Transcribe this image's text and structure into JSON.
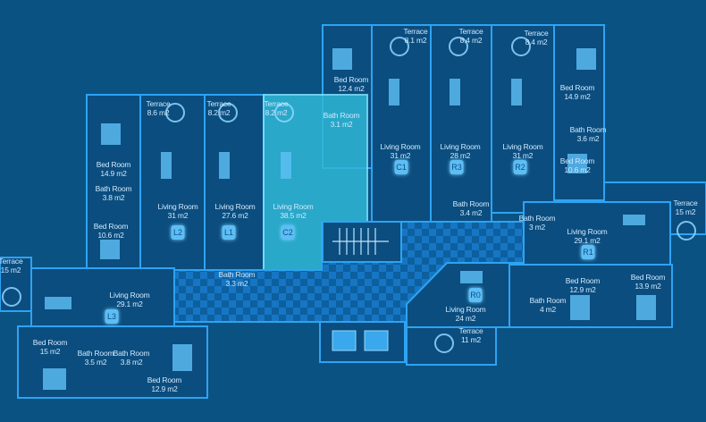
{
  "colors": {
    "background": "#0a5282",
    "wall": "#2ea3f2",
    "room": "#0b4d7e",
    "highlight": "#2fb7d6",
    "badge": "#5cbef5"
  },
  "rooms": [
    {
      "name": "Terrace",
      "area": "8.6 m2"
    },
    {
      "name": "Terrace",
      "area": "8.2 m2"
    },
    {
      "name": "Terrace",
      "area": "8.2 m2"
    },
    {
      "name": "Bath Room",
      "area": "3.1 m2"
    },
    {
      "name": "Bed Room",
      "area": "12.4 m2"
    },
    {
      "name": "Terrace",
      "area": "8.1 m2"
    },
    {
      "name": "Terrace",
      "area": "8.4 m2"
    },
    {
      "name": "Terrace",
      "area": "8.4 m2"
    },
    {
      "name": "Bed Room",
      "area": "14.9 m2"
    },
    {
      "name": "Bath Room",
      "area": "3.6 m2"
    },
    {
      "name": "Bed Room",
      "area": "10.6 m2"
    },
    {
      "name": "Living Room",
      "area": "31  m2"
    },
    {
      "name": "Living Room",
      "area": "28  m2"
    },
    {
      "name": "Living Room",
      "area": "31  m2"
    },
    {
      "name": "Bath Room",
      "area": "3.4 m2"
    },
    {
      "name": "Terrace",
      "area": "15 m2"
    },
    {
      "name": "Bath Room",
      "area": "3 m2"
    },
    {
      "name": "Living Room",
      "area": "29.1 m2"
    },
    {
      "name": "Bed Room",
      "area": "14.9 m2"
    },
    {
      "name": "Bath Room",
      "area": "3.8 m2"
    },
    {
      "name": "Bed Room",
      "area": "10.6 m2"
    },
    {
      "name": "Living Room",
      "area": "31  m2"
    },
    {
      "name": "Living Room",
      "area": "27.6  m2"
    },
    {
      "name": "Living Room",
      "area": "38.5  m2"
    },
    {
      "name": "Bath Room",
      "area": "3.3 m2"
    },
    {
      "name": "Terrace",
      "area": "15 m2"
    },
    {
      "name": "Living Room",
      "area": "29.1 m2"
    },
    {
      "name": "Living Room",
      "area": "24 m2"
    },
    {
      "name": "Bath Room",
      "area": "4 m2"
    },
    {
      "name": "Bed Room",
      "area": "12.9 m2"
    },
    {
      "name": "Bed Room",
      "area": "13.9 m2"
    },
    {
      "name": "Terrace",
      "area": "11 m2"
    },
    {
      "name": "Bed Room",
      "area": "15 m2"
    },
    {
      "name": "Bath Room",
      "area": "3.5 m2"
    },
    {
      "name": "Bath Room",
      "area": "3.8 m2"
    },
    {
      "name": "Bed Room",
      "area": "12.9  m2"
    }
  ],
  "units": [
    "L2",
    "L1",
    "C2",
    "C1",
    "R3",
    "R2",
    "R1",
    "L3",
    "R0"
  ]
}
